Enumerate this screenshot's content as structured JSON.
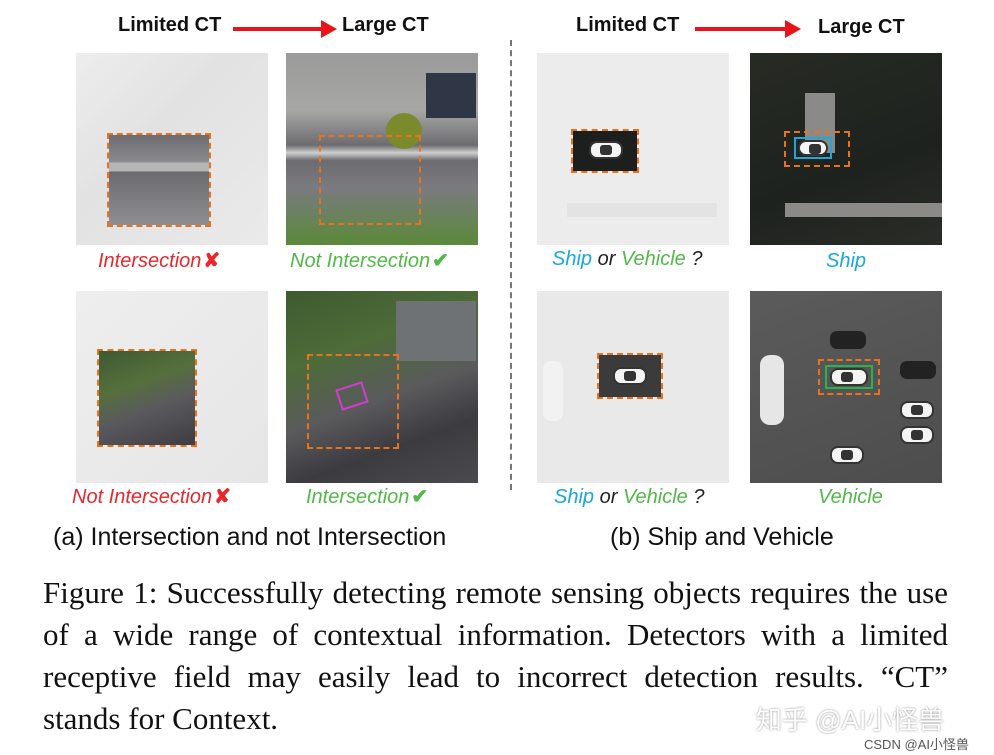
{
  "headers": {
    "limited": "Limited CT",
    "large": "Large CT"
  },
  "panel_a": {
    "row1_left_label": "Intersection",
    "row1_right_label": "Not Intersection",
    "row2_left_label": "Not Intersection",
    "row2_right_label": "Intersection",
    "subtitle": "(a) Intersection and not Intersection"
  },
  "panel_b": {
    "ship": "Ship",
    "or": "or",
    "vehicle": "Vehicle",
    "question": "?",
    "row1_right_label": "Ship",
    "row2_right_label": "Vehicle",
    "subtitle": "(b) Ship and Vehicle"
  },
  "marks": {
    "cross": "✘",
    "check": "✔"
  },
  "caption": "Figure 1: Successfully detecting remote sensing objects requires the use of a wide range of contextual information. Detectors with a limited receptive field may easily lead to incorrect detection results. “CT” stands for Context.",
  "watermarks": {
    "main": "知乎 @AI小怪兽",
    "small": "CSDN @AI小怪兽"
  },
  "colors": {
    "red": "#e8262c",
    "green": "#52b848",
    "cyan": "#1aa7dd",
    "box": "#e8731e"
  }
}
